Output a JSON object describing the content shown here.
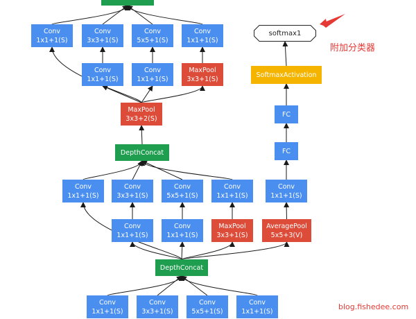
{
  "nodes": {
    "concat_top": {
      "l1": ""
    },
    "c4_conv1": {
      "l1": "Conv",
      "l2": "1x1+1(S)"
    },
    "c4_conv3": {
      "l1": "Conv",
      "l2": "3x3+1(S)"
    },
    "c4_conv5": {
      "l1": "Conv",
      "l2": "5x5+1(S)"
    },
    "c4_convp": {
      "l1": "Conv",
      "l2": "1x1+1(S)"
    },
    "c4_red3": {
      "l1": "Conv",
      "l2": "1x1+1(S)"
    },
    "c4_red5": {
      "l1": "Conv",
      "l2": "1x1+1(S)"
    },
    "c4_pool": {
      "l1": "MaxPool",
      "l2": "3x3+1(S)"
    },
    "maxpool_mid": {
      "l1": "MaxPool",
      "l2": "3x3+2(S)"
    },
    "concat_mid": {
      "l1": "DepthConcat"
    },
    "c3_conv1": {
      "l1": "Conv",
      "l2": "1x1+1(S)"
    },
    "c3_conv3": {
      "l1": "Conv",
      "l2": "3x3+1(S)"
    },
    "c3_conv5": {
      "l1": "Conv",
      "l2": "5x5+1(S)"
    },
    "c3_convp": {
      "l1": "Conv",
      "l2": "1x1+1(S)"
    },
    "c3_red3": {
      "l1": "Conv",
      "l2": "1x1+1(S)"
    },
    "c3_red5": {
      "l1": "Conv",
      "l2": "1x1+1(S)"
    },
    "c3_pool": {
      "l1": "MaxPool",
      "l2": "3x3+1(S)"
    },
    "concat_low": {
      "l1": "DepthConcat"
    },
    "c2_conv1": {
      "l1": "Conv",
      "l2": "1x1+1(S)"
    },
    "c2_conv3": {
      "l1": "Conv",
      "l2": "3x3+1(S)"
    },
    "c2_conv5": {
      "l1": "Conv",
      "l2": "5x5+1(S)"
    },
    "c2_convp": {
      "l1": "Conv",
      "l2": "1x1+1(S)"
    },
    "aux_avgpool": {
      "l1": "AveragePool",
      "l2": "5x5+3(V)"
    },
    "aux_conv": {
      "l1": "Conv",
      "l2": "1x1+1(S)"
    },
    "aux_fc1": {
      "l1": "FC"
    },
    "aux_fc2": {
      "l1": "FC"
    },
    "aux_softmaxact": {
      "l1": "SoftmaxActivation"
    },
    "aux_softmax": {
      "l1": "softmax1"
    }
  },
  "annotation": "附加分类器",
  "watermark": "blog.fishedee.com",
  "colors": {
    "conv": "#4a8ff0",
    "pool": "#dd4b39",
    "concat": "#1f9e4f",
    "softmax_activation": "#f5b400",
    "annotation": "#e53935",
    "edge": "#1a1a1a"
  },
  "edges": [
    [
      "c4_conv1",
      "concat_top"
    ],
    [
      "c4_conv3",
      "concat_top"
    ],
    [
      "c4_conv5",
      "concat_top"
    ],
    [
      "c4_convp",
      "concat_top"
    ],
    [
      "c4_red3",
      "c4_conv3"
    ],
    [
      "c4_red5",
      "c4_conv5"
    ],
    [
      "c4_pool",
      "c4_convp"
    ],
    [
      "maxpool_mid",
      "c4_conv1"
    ],
    [
      "maxpool_mid",
      "c4_red3"
    ],
    [
      "maxpool_mid",
      "c4_red5"
    ],
    [
      "maxpool_mid",
      "c4_pool"
    ],
    [
      "concat_mid",
      "maxpool_mid"
    ],
    [
      "c3_conv1",
      "concat_mid"
    ],
    [
      "c3_conv3",
      "concat_mid"
    ],
    [
      "c3_conv5",
      "concat_mid"
    ],
    [
      "c3_convp",
      "concat_mid"
    ],
    [
      "c3_red3",
      "c3_conv3"
    ],
    [
      "c3_red5",
      "c3_conv5"
    ],
    [
      "c3_pool",
      "c3_convp"
    ],
    [
      "concat_low",
      "c3_conv1"
    ],
    [
      "concat_low",
      "c3_red3"
    ],
    [
      "concat_low",
      "c3_red5"
    ],
    [
      "concat_low",
      "c3_pool"
    ],
    [
      "concat_low",
      "aux_avgpool"
    ],
    [
      "c2_conv1",
      "concat_low"
    ],
    [
      "c2_conv3",
      "concat_low"
    ],
    [
      "c2_conv5",
      "concat_low"
    ],
    [
      "c2_convp",
      "concat_low"
    ],
    [
      "aux_avgpool",
      "aux_conv"
    ],
    [
      "aux_conv",
      "aux_fc2"
    ],
    [
      "aux_fc2",
      "aux_fc1"
    ],
    [
      "aux_fc1",
      "aux_softmaxact"
    ],
    [
      "aux_softmaxact",
      "aux_softmax"
    ]
  ]
}
